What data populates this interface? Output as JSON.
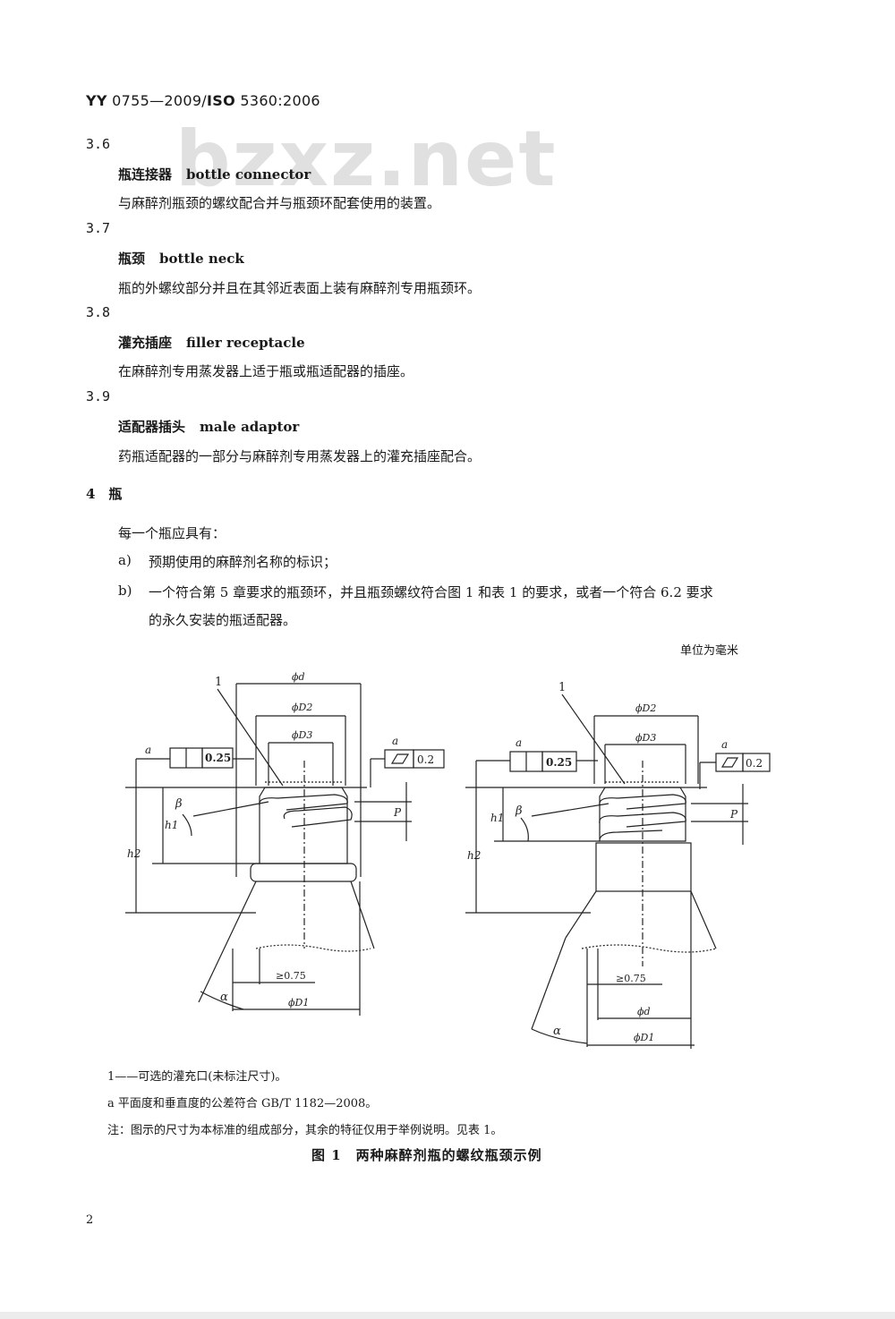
{
  "header": {
    "code1": "YY",
    "code2": " 0755—2009/",
    "code3": "ISO",
    "code4": " 5360:2006"
  },
  "watermark": "bzxz.net",
  "terms": [
    {
      "number": "3.6",
      "zh": "瓶连接器",
      "en": "bottle connector",
      "definition": "与麻醉剂瓶颈的螺纹配合并与瓶颈环配套使用的装置。"
    },
    {
      "number": "3.7",
      "zh": "瓶颈",
      "en": "bottle neck",
      "definition": "瓶的外螺纹部分并且在其邻近表面上装有麻醉剂专用瓶颈环。"
    },
    {
      "number": "3.8",
      "zh": "灌充插座",
      "en": "filler receptacle",
      "definition": "在麻醉剂专用蒸发器上适于瓶或瓶适配器的插座。"
    },
    {
      "number": "3.9",
      "zh": "适配器插头",
      "en": "male adaptor",
      "definition": "药瓶适配器的一部分与麻醉剂专用蒸发器上的灌充插座配合。"
    }
  ],
  "section4": {
    "title": "4　瓶",
    "intro": "每一个瓶应具有：",
    "items": [
      {
        "marker": "a)",
        "text": "预期使用的麻醉剂名称的标识；"
      },
      {
        "marker": "b)",
        "text": "一个符合第 5 章要求的瓶颈环，并且瓶颈螺纹符合图 1 和表 1 的要求，或者一个符合 6.2 要求",
        "text2": "的永久安装的瓶适配器。"
      }
    ]
  },
  "figure": {
    "unit_note": "单位为毫米",
    "left": {
      "leader": "1",
      "dims": [
        "ϕd",
        "ϕD2",
        "ϕD3",
        "ϕD1",
        "≥0.75"
      ],
      "tol_perp": "0.25",
      "tol_flat": "0.2",
      "ref": "a",
      "labels": [
        "h1",
        "h2",
        "β",
        "P",
        "α"
      ]
    },
    "right": {
      "leader": "1",
      "dims": [
        "ϕD2",
        "ϕD3",
        "ϕd",
        "ϕD1",
        "≥0.75"
      ],
      "tol_perp": "0.25",
      "tol_flat": "0.2",
      "ref": "a",
      "labels": [
        "h1",
        "h2",
        "β",
        "P",
        "α"
      ]
    }
  },
  "notes": {
    "key": "1——可选的灌充口(未标注尺寸)。",
    "footnote": "a 平面度和垂直度的公差符合 GB/T 1182—2008。",
    "note": "注：图示的尺寸为本标准的组成部分，其余的特征仅用于举例说明。见表 1。",
    "caption": "图 1　两种麻醉剂瓶的螺纹瓶颈示例"
  },
  "page_number": "2"
}
